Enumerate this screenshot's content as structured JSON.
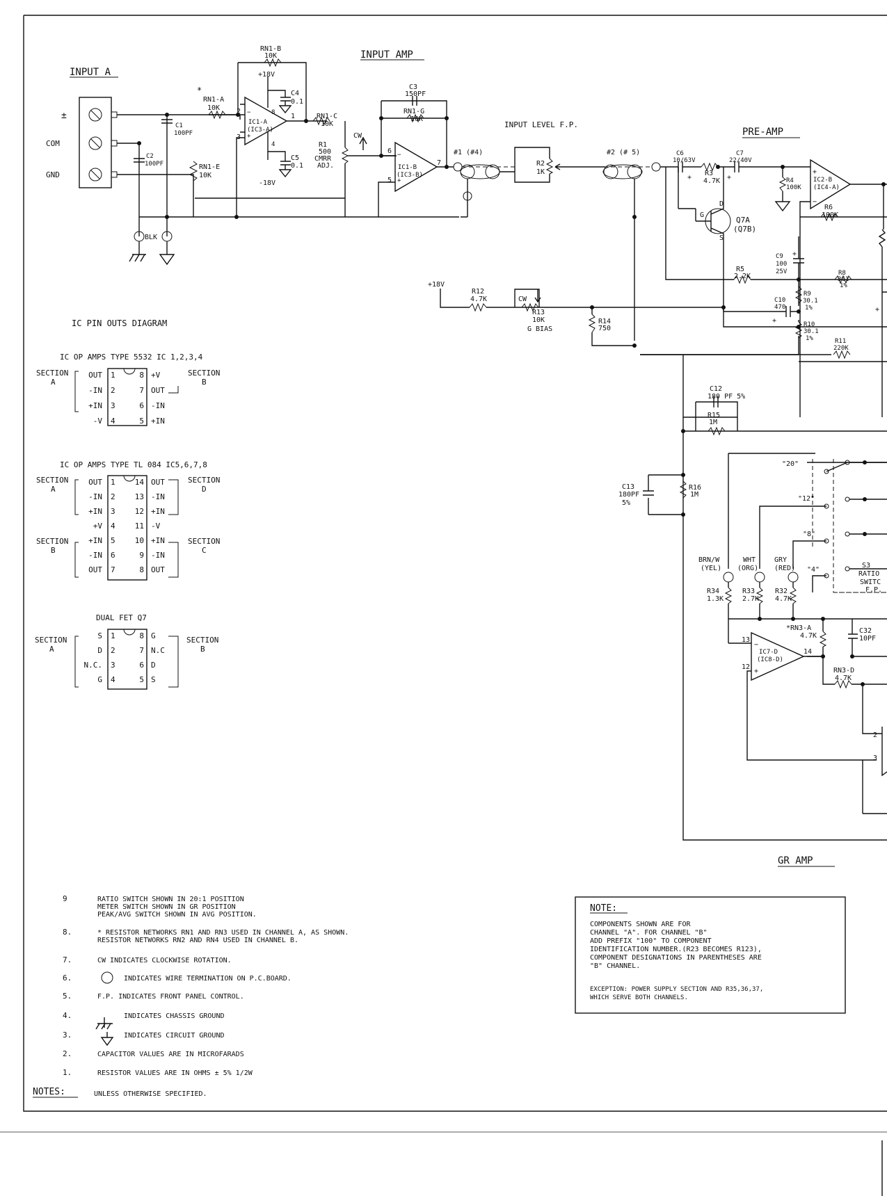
{
  "colors": {
    "ink": "#111111",
    "paper": "#ffffff"
  },
  "headings": {
    "input_a": "INPUT A",
    "input_amp": "INPUT AMP",
    "pre_amp": "PRE-AMP",
    "gr_amp": "GR AMP",
    "input_level": "INPUT LEVEL F.P.",
    "ic_pinouts": "IC PIN OUTS DIAGRAM"
  },
  "input_terminals": [
    "±",
    "COM",
    "GND"
  ],
  "components": {
    "rn1b": [
      "RN1-B",
      "10K"
    ],
    "v18": "+18V",
    "vm18": "-18V",
    "v18b": "+18V",
    "c4": [
      "C4",
      "0.1"
    ],
    "c5": [
      "C5",
      "0.1"
    ],
    "rn1a": [
      "*",
      "RN1-A",
      "10K"
    ],
    "ic1a": [
      "IC1-A",
      "(IC3-A)"
    ],
    "pin2": "2",
    "pin3": "3",
    "pin8": "8",
    "pin4": "4",
    "pin1": "1",
    "rn1c": [
      "RN1-C",
      "10K"
    ],
    "r1": [
      "R1",
      "500",
      "CMRR",
      "ADJ."
    ],
    "cw1": "CW",
    "c1": [
      "C1",
      "100PF"
    ],
    "c2": [
      "C2",
      "100PF"
    ],
    "rn1e": [
      "RN1-E",
      "10K"
    ],
    "blk": "BLK",
    "c3": [
      "C3",
      "150PF"
    ],
    "rn1g": [
      "RN1-G",
      "10K"
    ],
    "ic1b": [
      "IC1-B",
      "(IC3-B)"
    ],
    "pin6": "6",
    "pin5": "5",
    "pin7": "7",
    "j1": "#1 (#4)",
    "j2": "#2 (# 5)",
    "r2": [
      "R2",
      "1K"
    ],
    "c6": [
      "C6",
      "10/63V"
    ],
    "c7": [
      "C7",
      "22/40V"
    ],
    "r3": [
      "R3",
      "4.7K"
    ],
    "r4": [
      "R4",
      "100K"
    ],
    "ic2b": [
      "IC2-B",
      "(IC4-A)"
    ],
    "r6": [
      "R6",
      "100K"
    ],
    "q7a": [
      "Q7A",
      "(Q7B)"
    ],
    "qd": "D",
    "qg": "G",
    "qs": "S",
    "r5": [
      "R5",
      "2.2K"
    ],
    "c9": [
      "C9",
      "100",
      "25V"
    ],
    "r8": [
      "R8",
      "3G1",
      "1%"
    ],
    "r9": [
      "R9",
      "30.1",
      "1%"
    ],
    "c10": [
      "C10",
      "470"
    ],
    "r10": [
      "R10",
      "30.1",
      "1%"
    ],
    "r11": [
      "R11",
      "220K"
    ],
    "r12": [
      "R12",
      "4.7K"
    ],
    "r13": [
      "R13",
      "10K",
      "G BIAS"
    ],
    "cw2": "CW",
    "r14": [
      "R14",
      "750"
    ],
    "c12": [
      "C12",
      "180 PF 5%"
    ],
    "r15": [
      "R15",
      "1M"
    ],
    "c13": [
      "C13",
      "180PF",
      "5%"
    ],
    "r16": [
      "R16",
      "1M"
    ],
    "s3": [
      "S3",
      "RATIO",
      "SWITC",
      "F.P."
    ],
    "ratio_positions": [
      "\"20\"",
      "\"12\"",
      "\"8\"",
      "\"4\""
    ],
    "wires": [
      [
        "BRN/W",
        "(YEL)"
      ],
      [
        "WHT",
        "(ORG)"
      ],
      [
        "GRY",
        "(RED)"
      ]
    ],
    "r34": [
      "R34",
      "1.3K"
    ],
    "r33": [
      "R33",
      "2.7K"
    ],
    "r32": [
      "R32",
      "4.7K"
    ],
    "rn3a": [
      "*RN3-A",
      "4.7K"
    ],
    "c32": [
      "C32",
      "10PF"
    ],
    "ic7d": [
      "IC7-D",
      "(IC8-D)"
    ],
    "pin13": "13",
    "pin12": "12",
    "pin14": "14",
    "rn3d": [
      "RN3-D",
      "4.7K"
    ],
    "pin2b": "2",
    "pin3b": "3"
  },
  "pinouts": [
    {
      "title": "IC OP AMPS TYPE 5532 IC 1,2,3,4",
      "left_section": [
        "SECTION",
        "A"
      ],
      "right_section": [
        "SECTION",
        "B"
      ],
      "rows": [
        [
          "OUT",
          "1",
          "8",
          "+V"
        ],
        [
          "-IN",
          "2",
          "7",
          "OUT"
        ],
        [
          "+IN",
          "3",
          "6",
          "-IN"
        ],
        [
          "-V",
          "4",
          "5",
          "+IN"
        ]
      ]
    },
    {
      "title": "IC OP AMPS TYPE TL 084 IC5,6,7,8",
      "left_section": [
        "SECTION",
        "A"
      ],
      "right_section": [
        "SECTION",
        "D"
      ],
      "left_section2": [
        "SECTION",
        "B"
      ],
      "right_section2": [
        "SECTION",
        "C"
      ],
      "rows": [
        [
          "OUT",
          "1",
          "14",
          "OUT"
        ],
        [
          "-IN",
          "2",
          "13",
          "-IN"
        ],
        [
          "+IN",
          "3",
          "12",
          "+IN"
        ],
        [
          "+V",
          "4",
          "11",
          "-V"
        ],
        [
          "+IN",
          "5",
          "10",
          "+IN"
        ],
        [
          "-IN",
          "6",
          "9",
          "-IN"
        ],
        [
          "OUT",
          "7",
          "8",
          "OUT"
        ]
      ]
    },
    {
      "title": "DUAL FET Q7",
      "left_section": [
        "SECTION",
        "A"
      ],
      "right_section": [
        "SECTION",
        "B"
      ],
      "rows": [
        [
          "S",
          "1",
          "8",
          "G"
        ],
        [
          "D",
          "2",
          "7",
          "N.C"
        ],
        [
          "N.C.",
          "3",
          "6",
          "D"
        ],
        [
          "G",
          "4",
          "5",
          "S"
        ]
      ]
    }
  ],
  "notes": {
    "header": "NOTES:",
    "unless": "UNLESS OTHERWISE SPECIFIED.",
    "items": [
      {
        "num": "9",
        "lines": [
          "RATIO SWITCH SHOWN IN 20:1 POSITION",
          "METER SWITCH SHOWN IN GR POSITION",
          "PEAK/AVG SWITCH SHOWN IN AVG POSITION."
        ]
      },
      {
        "num": "8.",
        "lines": [
          "* RESISTOR NETWORKS RN1 AND RN3 USED IN CHANNEL A, AS SHOWN.",
          "RESISTOR NETWORKS RN2 AND RN4 USED IN CHANNEL B."
        ]
      },
      {
        "num": "7.",
        "lines": [
          "CW INDICATES CLOCKWISE ROTATION."
        ]
      },
      {
        "num": "6.",
        "lines": [
          "INDICATES WIRE TERMINATION ON P.C.BOARD."
        ]
      },
      {
        "num": "5.",
        "lines": [
          "F.P. INDICATES FRONT PANEL CONTROL."
        ]
      },
      {
        "num": "4.",
        "lines": [
          "INDICATES CHASSIS GROUND"
        ]
      },
      {
        "num": "3.",
        "lines": [
          "INDICATES CIRCUIT GROUND"
        ]
      },
      {
        "num": "2.",
        "lines": [
          "CAPACITOR VALUES ARE IN MICROFARADS"
        ]
      },
      {
        "num": "1.",
        "lines": [
          "RESISTOR VALUES ARE IN OHMS ± 5% 1/2W"
        ]
      }
    ]
  },
  "note_box": {
    "title": "NOTE:",
    "lines": [
      "COMPONENTS SHOWN ARE FOR",
      "CHANNEL \"A\". FOR CHANNEL \"B\"",
      "ADD PREFIX \"100\" TO COMPONENT",
      "IDENTIFICATION NUMBER.(R23 BECOMES R123),",
      "COMPONENT DESIGNATIONS IN PARENTHESES ARE",
      "\"B\" CHANNEL."
    ],
    "exception": [
      "EXCEPTION: POWER SUPPLY SECTION AND R35,36,37,",
      "WHICH SERVE BOTH CHANNELS."
    ]
  }
}
